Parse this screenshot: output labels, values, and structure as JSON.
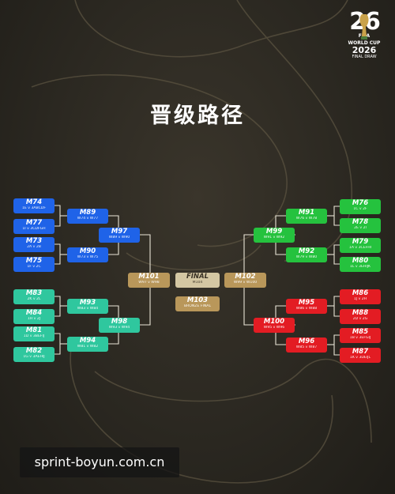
{
  "logo": {
    "org": "FIFA",
    "line1": "WORLD CUP",
    "line2": "2026",
    "line3": "FINAL DRAW",
    "digits": "26"
  },
  "title": "晋级路径",
  "matches": {
    "m74": {
      "code": "M74",
      "sub": "1E v 3ABCDF"
    },
    "m77": {
      "code": "M77",
      "sub": "1I v 3CDFGH"
    },
    "m73": {
      "code": "M73",
      "sub": "2A v 2B"
    },
    "m75": {
      "code": "M75",
      "sub": "1F v 2C"
    },
    "m83": {
      "code": "M83",
      "sub": "2K v 2L"
    },
    "m84": {
      "code": "M84",
      "sub": "1H v 2J"
    },
    "m81": {
      "code": "M81",
      "sub": "1D v 3BEFIJ"
    },
    "m82": {
      "code": "M82",
      "sub": "1G v 3AEHIJ"
    },
    "m89": {
      "code": "M89",
      "sub": "W74 v W77"
    },
    "m90": {
      "code": "M90",
      "sub": "W73 v W75"
    },
    "m93": {
      "code": "M93",
      "sub": "W83 v W84"
    },
    "m94": {
      "code": "M94",
      "sub": "W81 v W82"
    },
    "m97": {
      "code": "M97",
      "sub": "W89 v W90"
    },
    "m98": {
      "code": "M98",
      "sub": "W93 v W94"
    },
    "m101": {
      "code": "M101",
      "sub": "W97 v W98"
    },
    "final": {
      "code": "FINAL",
      "sub": "M104"
    },
    "m103": {
      "code": "M103",
      "sub": "BRONZE FINAL"
    },
    "m102": {
      "code": "M102",
      "sub": "W99 v W100"
    },
    "m99": {
      "code": "M99",
      "sub": "W91 v W92"
    },
    "m100": {
      "code": "M100",
      "sub": "W95 v W96"
    },
    "m91": {
      "code": "M91",
      "sub": "W76 v W78"
    },
    "m92": {
      "code": "M92",
      "sub": "W79 v W80"
    },
    "m95": {
      "code": "M95",
      "sub": "W86 v W88"
    },
    "m96": {
      "code": "M96",
      "sub": "W85 v W87"
    },
    "m76": {
      "code": "M76",
      "sub": "1C v 2F"
    },
    "m78": {
      "code": "M78",
      "sub": "2E v 2I"
    },
    "m79": {
      "code": "M79",
      "sub": "1A v 3CEFHI"
    },
    "m80": {
      "code": "M80",
      "sub": "1L v 3EHIJK"
    },
    "m86": {
      "code": "M86",
      "sub": "1J v 2H"
    },
    "m88": {
      "code": "M88",
      "sub": "2D v 2G"
    },
    "m85": {
      "code": "M85",
      "sub": "1B v 3EFGIJ"
    },
    "m87": {
      "code": "M87",
      "sub": "1K v 3DEIJL"
    }
  },
  "watermark": "sprint-boyun.com.cn",
  "colors": {
    "blue": "#1f63e8",
    "teal": "#2fc79e",
    "green": "#25c23e",
    "red": "#e31c23",
    "gold": "#b9975a",
    "final": "#d4c7a3",
    "background": "#2a2720"
  }
}
